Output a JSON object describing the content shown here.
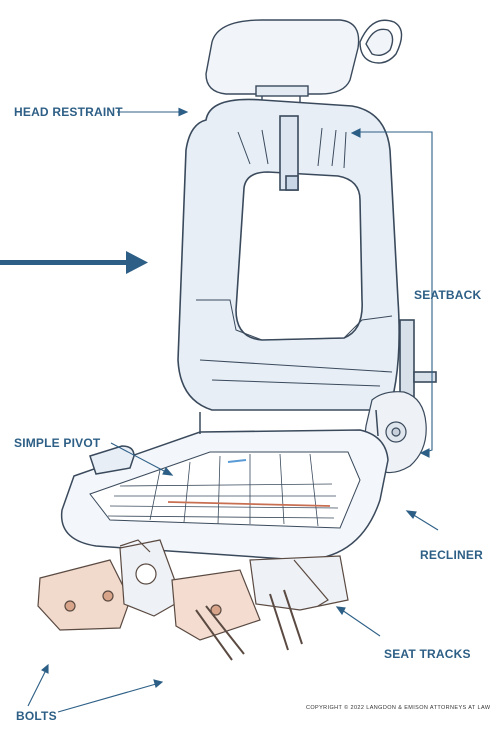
{
  "labels": {
    "head_restraint": "HEAD RESTRAINT",
    "seatback": "SEATBACK",
    "simple_pivot": "SIMPLE PIVOT",
    "recliner": "RECLINER",
    "seat_tracks": "SEAT TRACKS",
    "bolts": "BOLTS"
  },
  "copyright": "COPYRIGHT © 2022 LANGDON & EMISON ATTORNEYS AT LAW",
  "colors": {
    "accent": "#2d5f86",
    "line": "#3a4a5c",
    "seat_fill": "#e7eef6",
    "rust": "#d9a58a"
  }
}
